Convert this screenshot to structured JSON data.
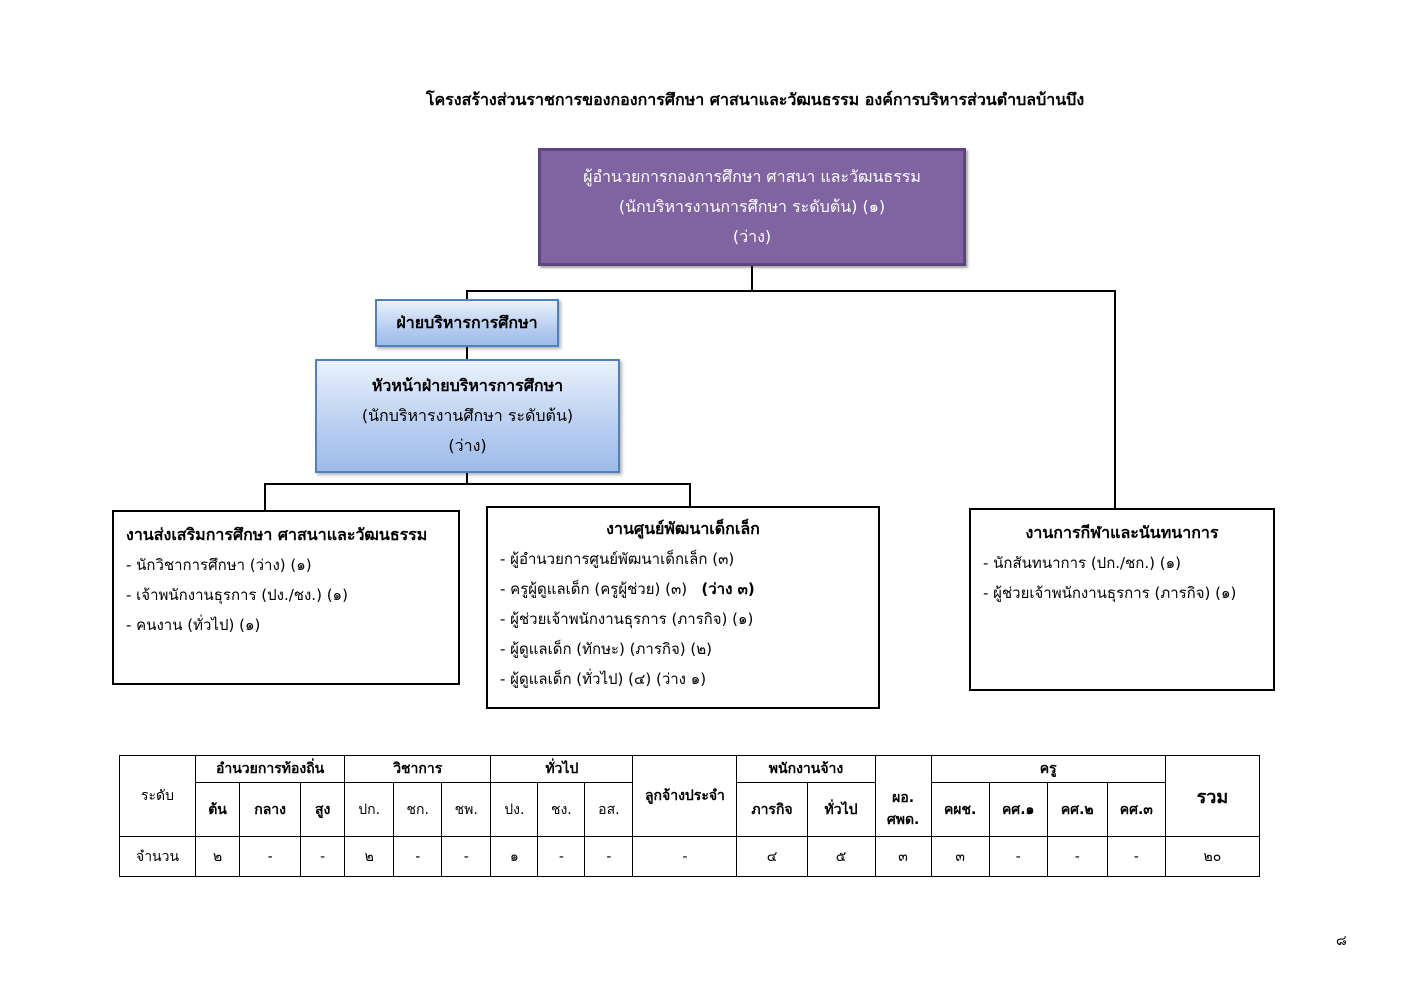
{
  "title": "โครงสร้างส่วนราชการของกองการศึกษา ศาสนาและวัฒนธรรม  องค์การบริหารส่วนตำบลบ้านบึง",
  "director": {
    "line1": "ผู้อำนวยการกองการศึกษา ศาสนา และวัฒนธรรม",
    "line2": "(นักบริหารงานการศึกษา ระดับต้น) (๑)",
    "line3": "(ว่าง)"
  },
  "admin_section": {
    "label": "ฝ่ายบริหารการศึกษา"
  },
  "admin_head": {
    "line1": "หัวหน้าฝ่ายบริหารการศึกษา",
    "line2": "(นักบริหารงานศึกษา ระดับต้น)",
    "line3": "(ว่าง)"
  },
  "units": [
    {
      "title": "งานส่งเสริมการศึกษา ศาสนาและวัฒนธรรม",
      "items": [
        "- นักวิชาการศึกษา (ว่าง)  (๑)",
        "- เจ้าพนักงานธุรการ (ปง./ชง.)  (๑)",
        "- คนงาน (ทั่วไป) (๑)"
      ]
    },
    {
      "title": "งานศูนย์พัฒนาเด็กเล็ก",
      "items": [
        "- ผู้อำนวยการศูนย์พัฒนาเด็กเล็ก (๓)",
        "- ครูผู้ดูแลเด็ก (ครูผู้ช่วย) (๓)",
        "- ผู้ช่วยเจ้าพนักงานธุรการ (ภารกิจ) (๑)",
        "- ผู้ดูแลเด็ก (ทักษะ) (ภารกิจ)  (๒)",
        "- ผู้ดูแลเด็ก (ทั่วไป)  (๔) (ว่าง ๑)"
      ],
      "vacancy_note": "(ว่าง ๓)"
    },
    {
      "title": "งานการกีฬาและนันทนาการ",
      "items": [
        "- นักสันทนาการ (ปก./ชก.) (๑)",
        "- ผู้ช่วยเจ้าพนักงานธุรการ (ภารกิจ) (๑)"
      ]
    }
  ],
  "table": {
    "level_label": "ระดับ",
    "count_label": "จำนวน",
    "groups": {
      "local_director": "อำนวยการท้องถิ่น",
      "academic": "วิชาการ",
      "general": "ทั่วไป",
      "permanent": "ลูกจ้างประจำ",
      "employee": "พนักงานจ้าง",
      "teacher": "ครู",
      "total": "รวม"
    },
    "sub": {
      "ld1": "ต้น",
      "ld2": "กลาง",
      "ld3": "สูง",
      "ac1": "ปก.",
      "ac2": "ชก.",
      "ac3": "ชพ.",
      "ge1": "ปง.",
      "ge2": "ชง.",
      "ge3": "อส.",
      "em1": "ภารกิจ",
      "em2": "ทั่วไป",
      "dir1": "ผอ.",
      "dir2": "ศพด.",
      "te1": "คผช.",
      "te2": "คศ.๑",
      "te3": "คศ.๒",
      "te4": "คศ.๓"
    },
    "values": [
      "๒",
      "-",
      "-",
      "๒",
      "-",
      "-",
      "๑",
      "-",
      "-",
      "-",
      "๔",
      "๕",
      "๓",
      "๓",
      "-",
      "-",
      "-",
      "๒๐"
    ]
  },
  "page_number": "๘"
}
